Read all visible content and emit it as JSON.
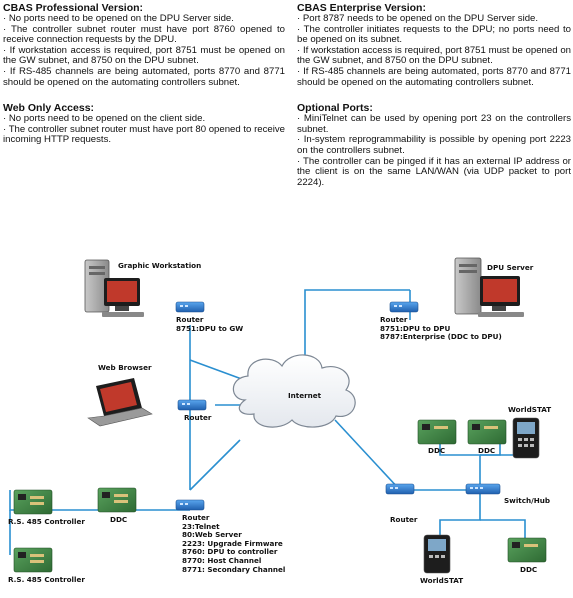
{
  "text": {
    "professional": {
      "title": "CBAS Professional Version:",
      "lines": [
        "· No ports need to be opened on the DPU Server side.",
        "· The controller subnet router must have port 8760 opened to receive connection requests by the DPU.",
        "· If workstation access is required, port 8751 must be opened on the GW subnet, and 8750 on the DPU subnet.",
        "· If RS-485 channels are being automated, ports 8770 and 8771 should be opened on the automating controllers subnet."
      ]
    },
    "web_only": {
      "title": "Web Only Access:",
      "lines": [
        "· No ports need to be opened on the client side.",
        "· The controller subnet router must have port 80 opened to receive incoming HTTP requests."
      ]
    },
    "enterprise": {
      "title": "CBAS Enterprise Version:",
      "lines": [
        "· Port 8787 needs to be opened on the DPU Server side.",
        "· The controller initiates requests to the DPU; no ports need to be opened on its subnet.",
        "· If workstation access is required, port 8751 must be opened on the GW subnet, and 8750 on the DPU subnet.",
        "· If RS-485 channels are being automated, ports 8770 and 8771 should be opened on the automating controllers subnet."
      ]
    },
    "optional": {
      "title": "Optional Ports:",
      "lines": [
        "· MiniTelnet can be used by opening port 23 on the controllers subnet.",
        "· In-system reprogrammability is possible by opening port 2223 on the controllers subnet.",
        "· The controller can be pinged if it has an external IP address or the client is on the same LAN/WAN (via UDP packet to port 2224)."
      ]
    }
  },
  "diagram": {
    "graphic_workstation": "Graphic Workstation",
    "router_gw": [
      "Router",
      "8751:DPU to GW"
    ],
    "dpu_server": "DPU Server",
    "router_dpu": [
      "Router",
      "8751:DPU to DPU",
      "8787:Enterprise (DDC to DPU)"
    ],
    "web_browser": "Web Browser",
    "router_browser": "Router",
    "internet": "Internet",
    "worldstat_top": "WorldSTAT",
    "ddc_1": "DDC",
    "ddc_2": "DDC",
    "switch_hub": "Switch/Hub",
    "router_right": "Router",
    "worldstat_bottom": "WorldSTAT",
    "ddc_3": "DDC",
    "rs485_1": "R.S. 485 Controller",
    "rs485_2": "R.S. 485 Controller",
    "ddc_left": "DDC",
    "router_ctrl": [
      "Router",
      "23:Telnet",
      "80:Web Server",
      "2223: Upgrade Firmware",
      "8760: DPU to controller",
      "8770: Host Channel",
      "8771: Secondary Channel"
    ]
  },
  "colors": {
    "line": "#2a8fd0",
    "router_blue": "#2f7fd6",
    "board_green": "#3f8a45",
    "monitor_dark": "#1d1d1d"
  }
}
